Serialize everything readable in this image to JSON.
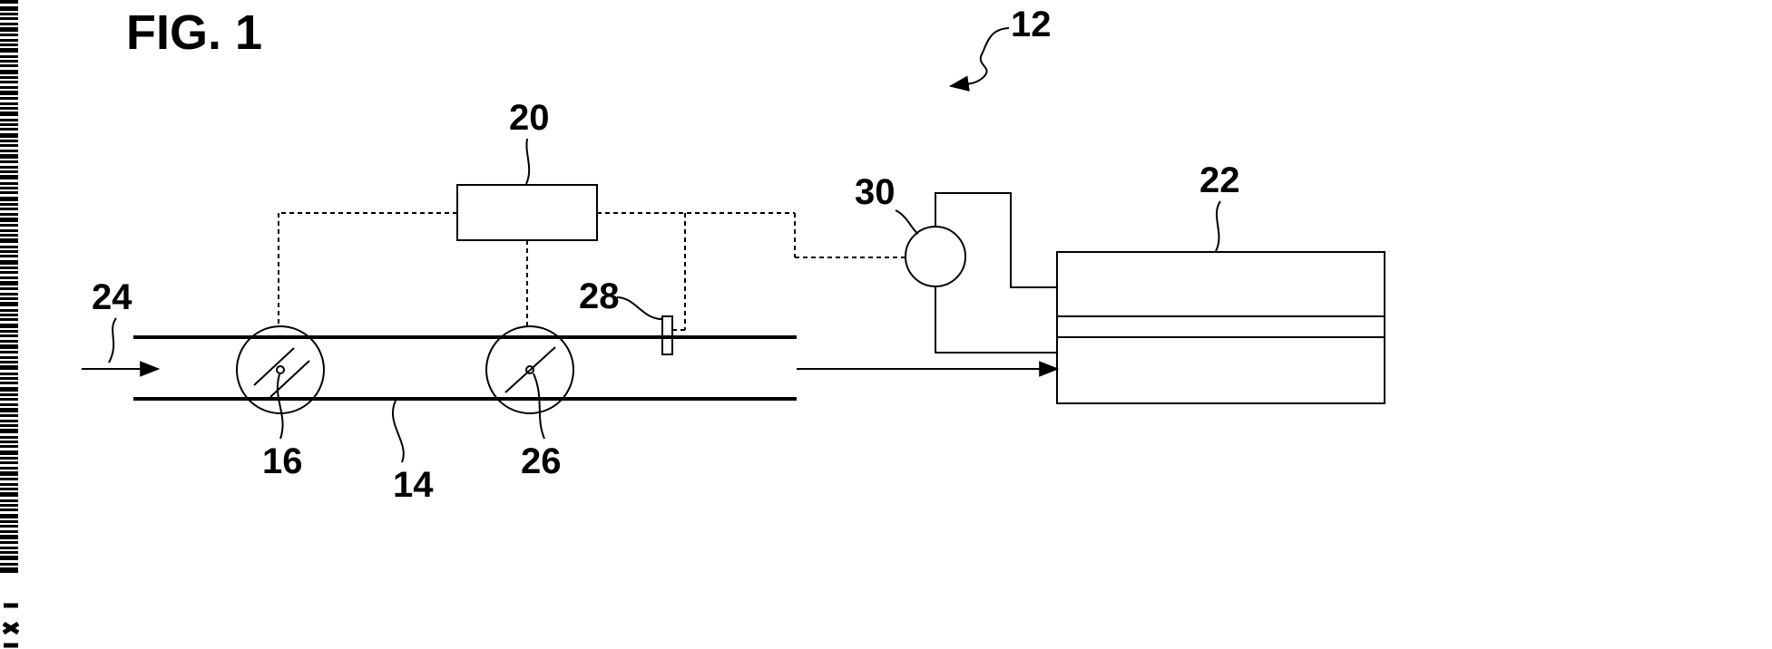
{
  "figure": {
    "title": "FIG. 1",
    "labels": {
      "system": "12",
      "pipe": "14",
      "valve_16": "16",
      "box_20": "20",
      "box_22": "22",
      "arrow_24": "24",
      "valve_26": "26",
      "sensor_28": "28",
      "circle_30": "30"
    }
  }
}
